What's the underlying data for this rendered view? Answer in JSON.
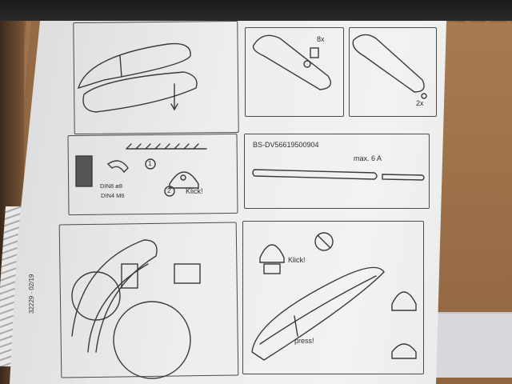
{
  "scene": {
    "subject": "",
    "page_footer_code": "32229 · 02/19"
  },
  "labels": {
    "count_8x": "8x",
    "count_2x": "2x",
    "step_1": "1",
    "step_2": "2",
    "din8": "DIN8 ø8",
    "din4": "DIN4 M6",
    "klick_1": "Klick!",
    "klick_2": "Klick!",
    "model": "BS-DV56619500904",
    "max_current": "max. 6 A",
    "press": "press!"
  },
  "colors": {
    "paper": "#efefee",
    "ink": "#2f2f2f",
    "wood": "#9a7048"
  }
}
